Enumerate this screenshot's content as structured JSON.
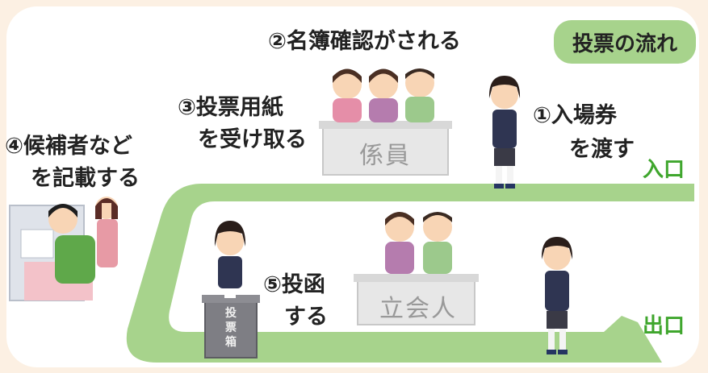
{
  "title": "投票の流れ",
  "entrance": "入口",
  "exit": "出口",
  "steps": {
    "s1": [
      "①入場券",
      "を渡す"
    ],
    "s2": [
      "②名簿確認がされる"
    ],
    "s3": [
      "③投票用紙",
      "を受け取る"
    ],
    "s4": [
      "④候補者など",
      "を記載する"
    ],
    "s5": [
      "⑤投函",
      "する"
    ]
  },
  "desks": {
    "staff": "係員",
    "witness": "立会人"
  },
  "ballot_box_label": "投票箱",
  "colors": {
    "background": "#fcf0e3",
    "path": "#a7d38c",
    "gate_text": "#3fa62d",
    "badge": "#a7d38c"
  }
}
